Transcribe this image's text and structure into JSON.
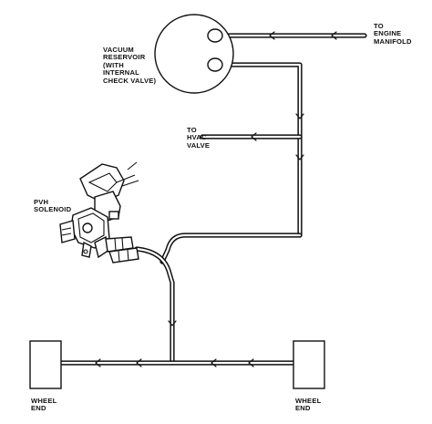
{
  "labels": {
    "engine_manifold": "TO\nENGINE\nMANIFOLD",
    "vacuum_reservoir": "VACUUM\nRESERVOIR\n(WITH\nINTERNAL\nCHECK VALVE)",
    "hvac_valve": "TO\nHVAC\nVALVE",
    "pvh_solenoid": "PVH\nSOLENOID",
    "wheel_end_left": "WHEEL\nEND",
    "wheel_end_right": "WHEEL\nEND"
  },
  "colors": {
    "line": "#111111",
    "background": "#ffffff"
  }
}
